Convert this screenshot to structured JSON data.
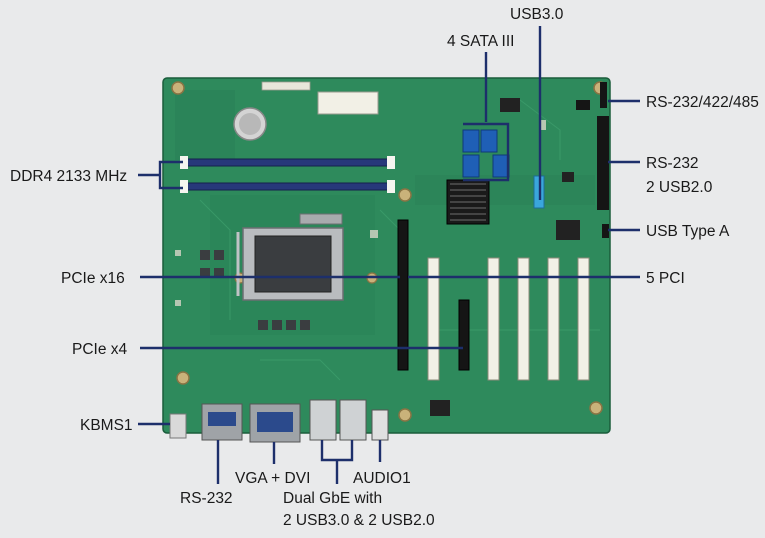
{
  "labels": {
    "usb30": "USB3.0",
    "sata": "4 SATA III",
    "rs232_422_485": "RS-232/422/485",
    "rs232_right": "RS-232",
    "usb20_right": "2 USB2.0",
    "usb_type_a": "USB Type A",
    "pci": "5 PCI",
    "ddr4": "DDR4 2133 MHz",
    "pcie_x16": "PCIe x16",
    "pcie_x4": "PCIe x4",
    "kbms": "KBMS1",
    "vga_dvi": "VGA + DVI",
    "rs232_bottom": "RS-232",
    "audio": "AUDIO1",
    "gbe_line1": "Dual GbE with",
    "gbe_line2": "2 USB3.0 & 2 USB2.0"
  },
  "colors": {
    "background": "#e9eaeb",
    "pcb": "#2e8a5c",
    "pcb_dark": "#1f6e47",
    "leader": "#1d2f6b",
    "dimm": "#27387a",
    "sata": "#1f5fb6",
    "usb3_header": "#3aa6dc",
    "pci_slot": "#f2f0e6",
    "pcie_slot": "#151515"
  }
}
